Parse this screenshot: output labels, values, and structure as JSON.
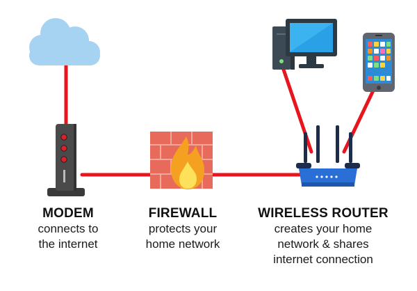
{
  "colors": {
    "connection_line": "#e8141e",
    "cloud": "#a7d3f2",
    "modem_body": "#4a4a4a",
    "modem_leds": "#d9202b",
    "brick": "#e86a5a",
    "flame_outer": "#f4a020",
    "flame_inner": "#fde15a",
    "router_body": "#2a6fd6",
    "monitor_screen": "#2aa0e6",
    "phone_body": "#5f6670"
  },
  "icons": {
    "cloud": "cloud-icon",
    "modem": "modem-icon",
    "firewall": "firewall-icon",
    "router": "wireless-router-icon",
    "desktop": "desktop-computer-icon",
    "phone": "smartphone-icon"
  },
  "labels": {
    "modem": {
      "title": "MODEM",
      "desc_line1": "connects to",
      "desc_line2": "the internet"
    },
    "firewall": {
      "title": "FIREWALL",
      "desc_line1": "protects your",
      "desc_line2": "home network"
    },
    "router": {
      "title": "WIRELESS ROUTER",
      "desc_line1": "creates your home",
      "desc_line2": "network & shares",
      "desc_line3": "internet connection"
    }
  }
}
